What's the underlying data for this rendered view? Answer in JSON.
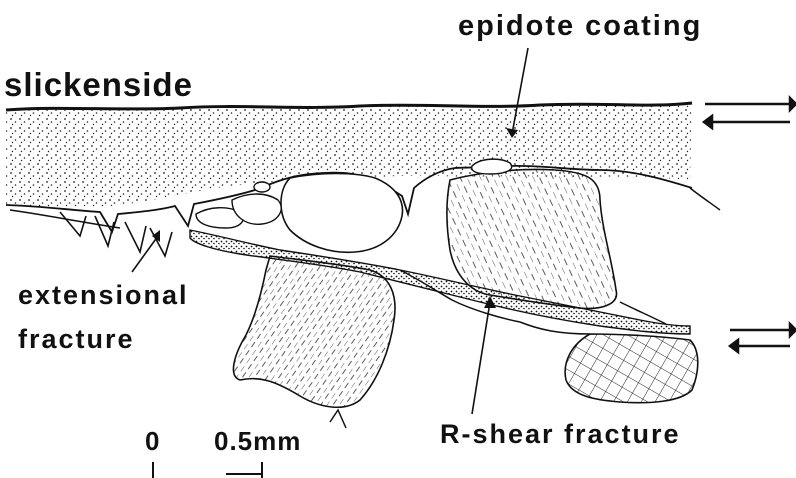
{
  "labels": {
    "slickenside": "slickenside",
    "epidote_coating": "epidote coating",
    "extensional_fracture_line1": "extensional",
    "extensional_fracture_line2": "fracture",
    "r_shear_fracture": "R-shear fracture",
    "scale_zero": "0",
    "scale_half": "0.5mm"
  },
  "colors": {
    "ink": "#111111",
    "background": "#ffffff"
  },
  "icons": {
    "shear_sense_upper": "arrow-pair-dextral",
    "shear_sense_lower": "arrow-pair-dextral"
  }
}
